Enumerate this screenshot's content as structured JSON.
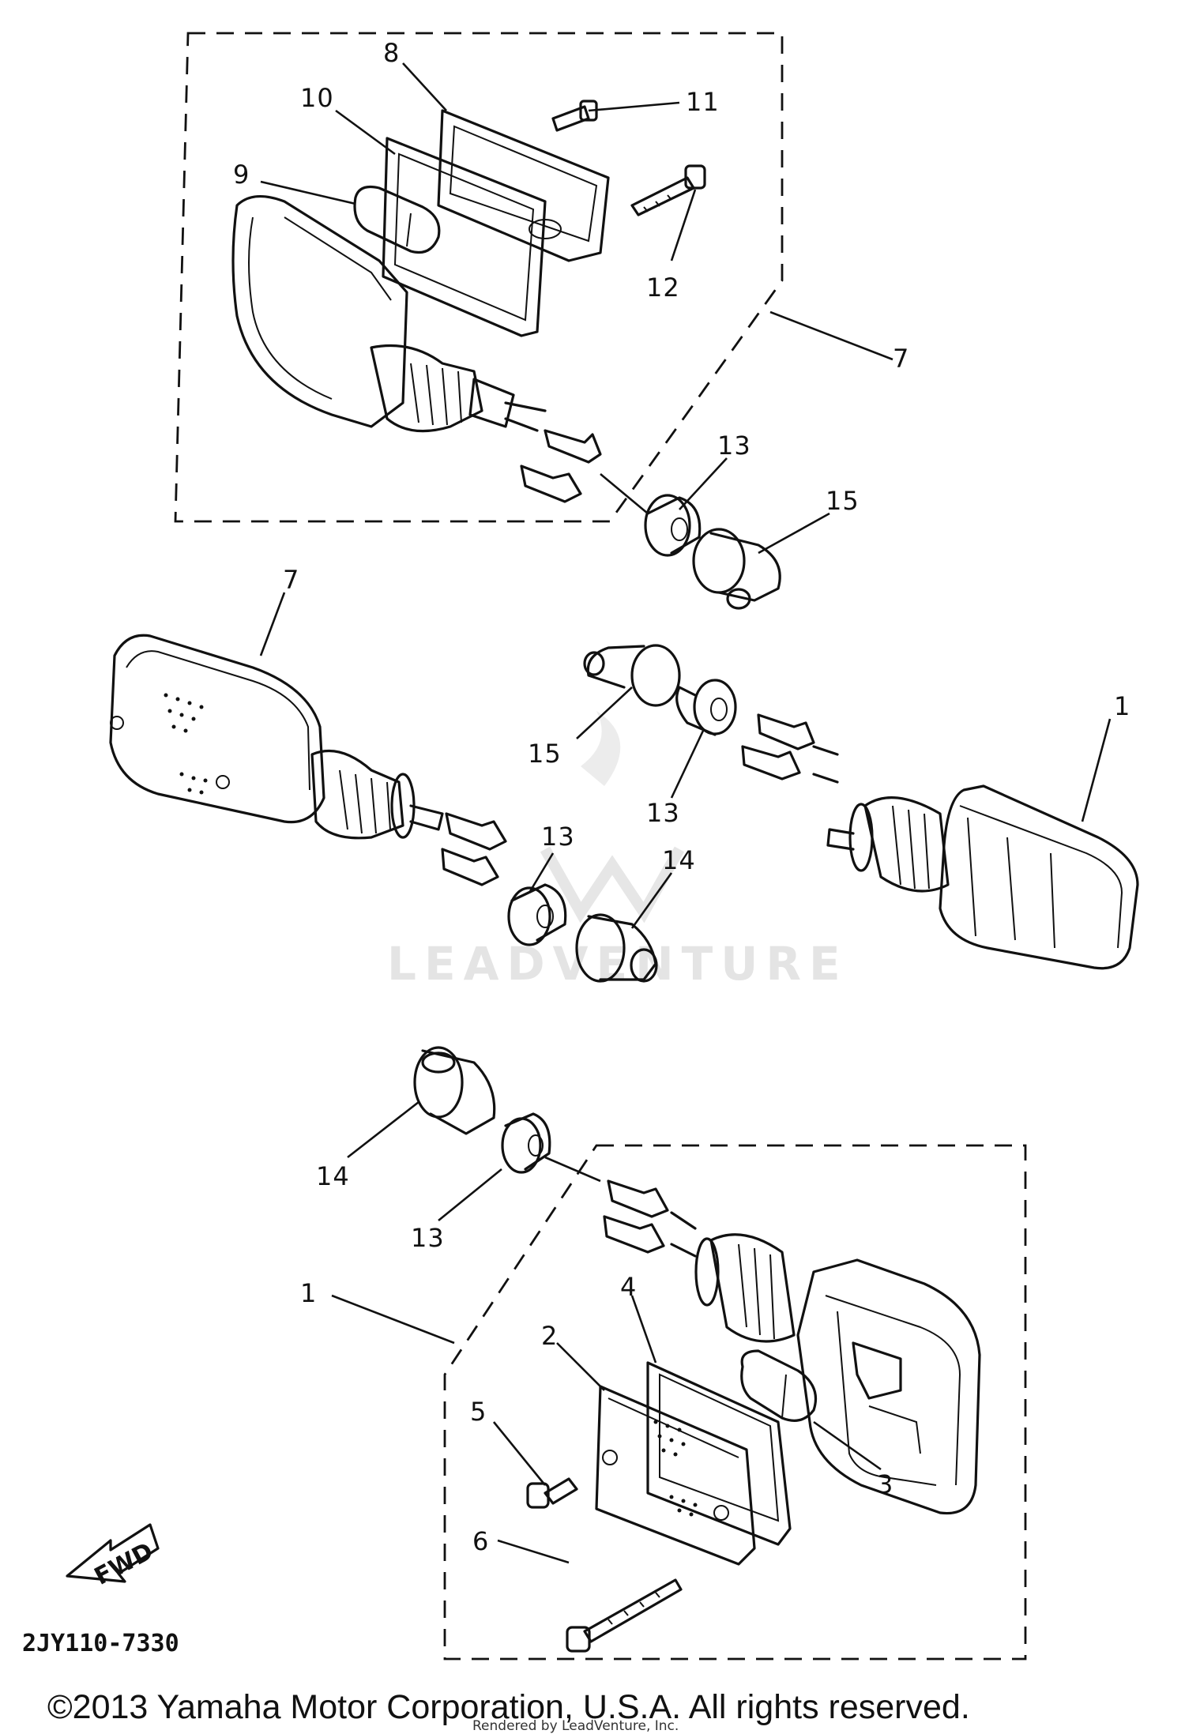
{
  "diagram_code": "2JY110-7330",
  "copyright": "©2013 Yamaha Motor Corporation, U.S.A. All rights reserved.",
  "rendered_by": "Rendered by LeadVenture, Inc.",
  "watermark": "LEADVENTURE",
  "direction_label": "FWD",
  "callouts": {
    "c1a": "1",
    "c1b": "1",
    "c2": "2",
    "c3": "3",
    "c4": "4",
    "c5": "5",
    "c6": "6",
    "c7a": "7",
    "c7b": "7",
    "c8": "8",
    "c9": "9",
    "c10": "10",
    "c11": "11",
    "c12": "12",
    "c13a": "13",
    "c13b": "13",
    "c13c": "13",
    "c13d": "13",
    "c14a": "14",
    "c14b": "14",
    "c15a": "15",
    "c15b": "15"
  }
}
